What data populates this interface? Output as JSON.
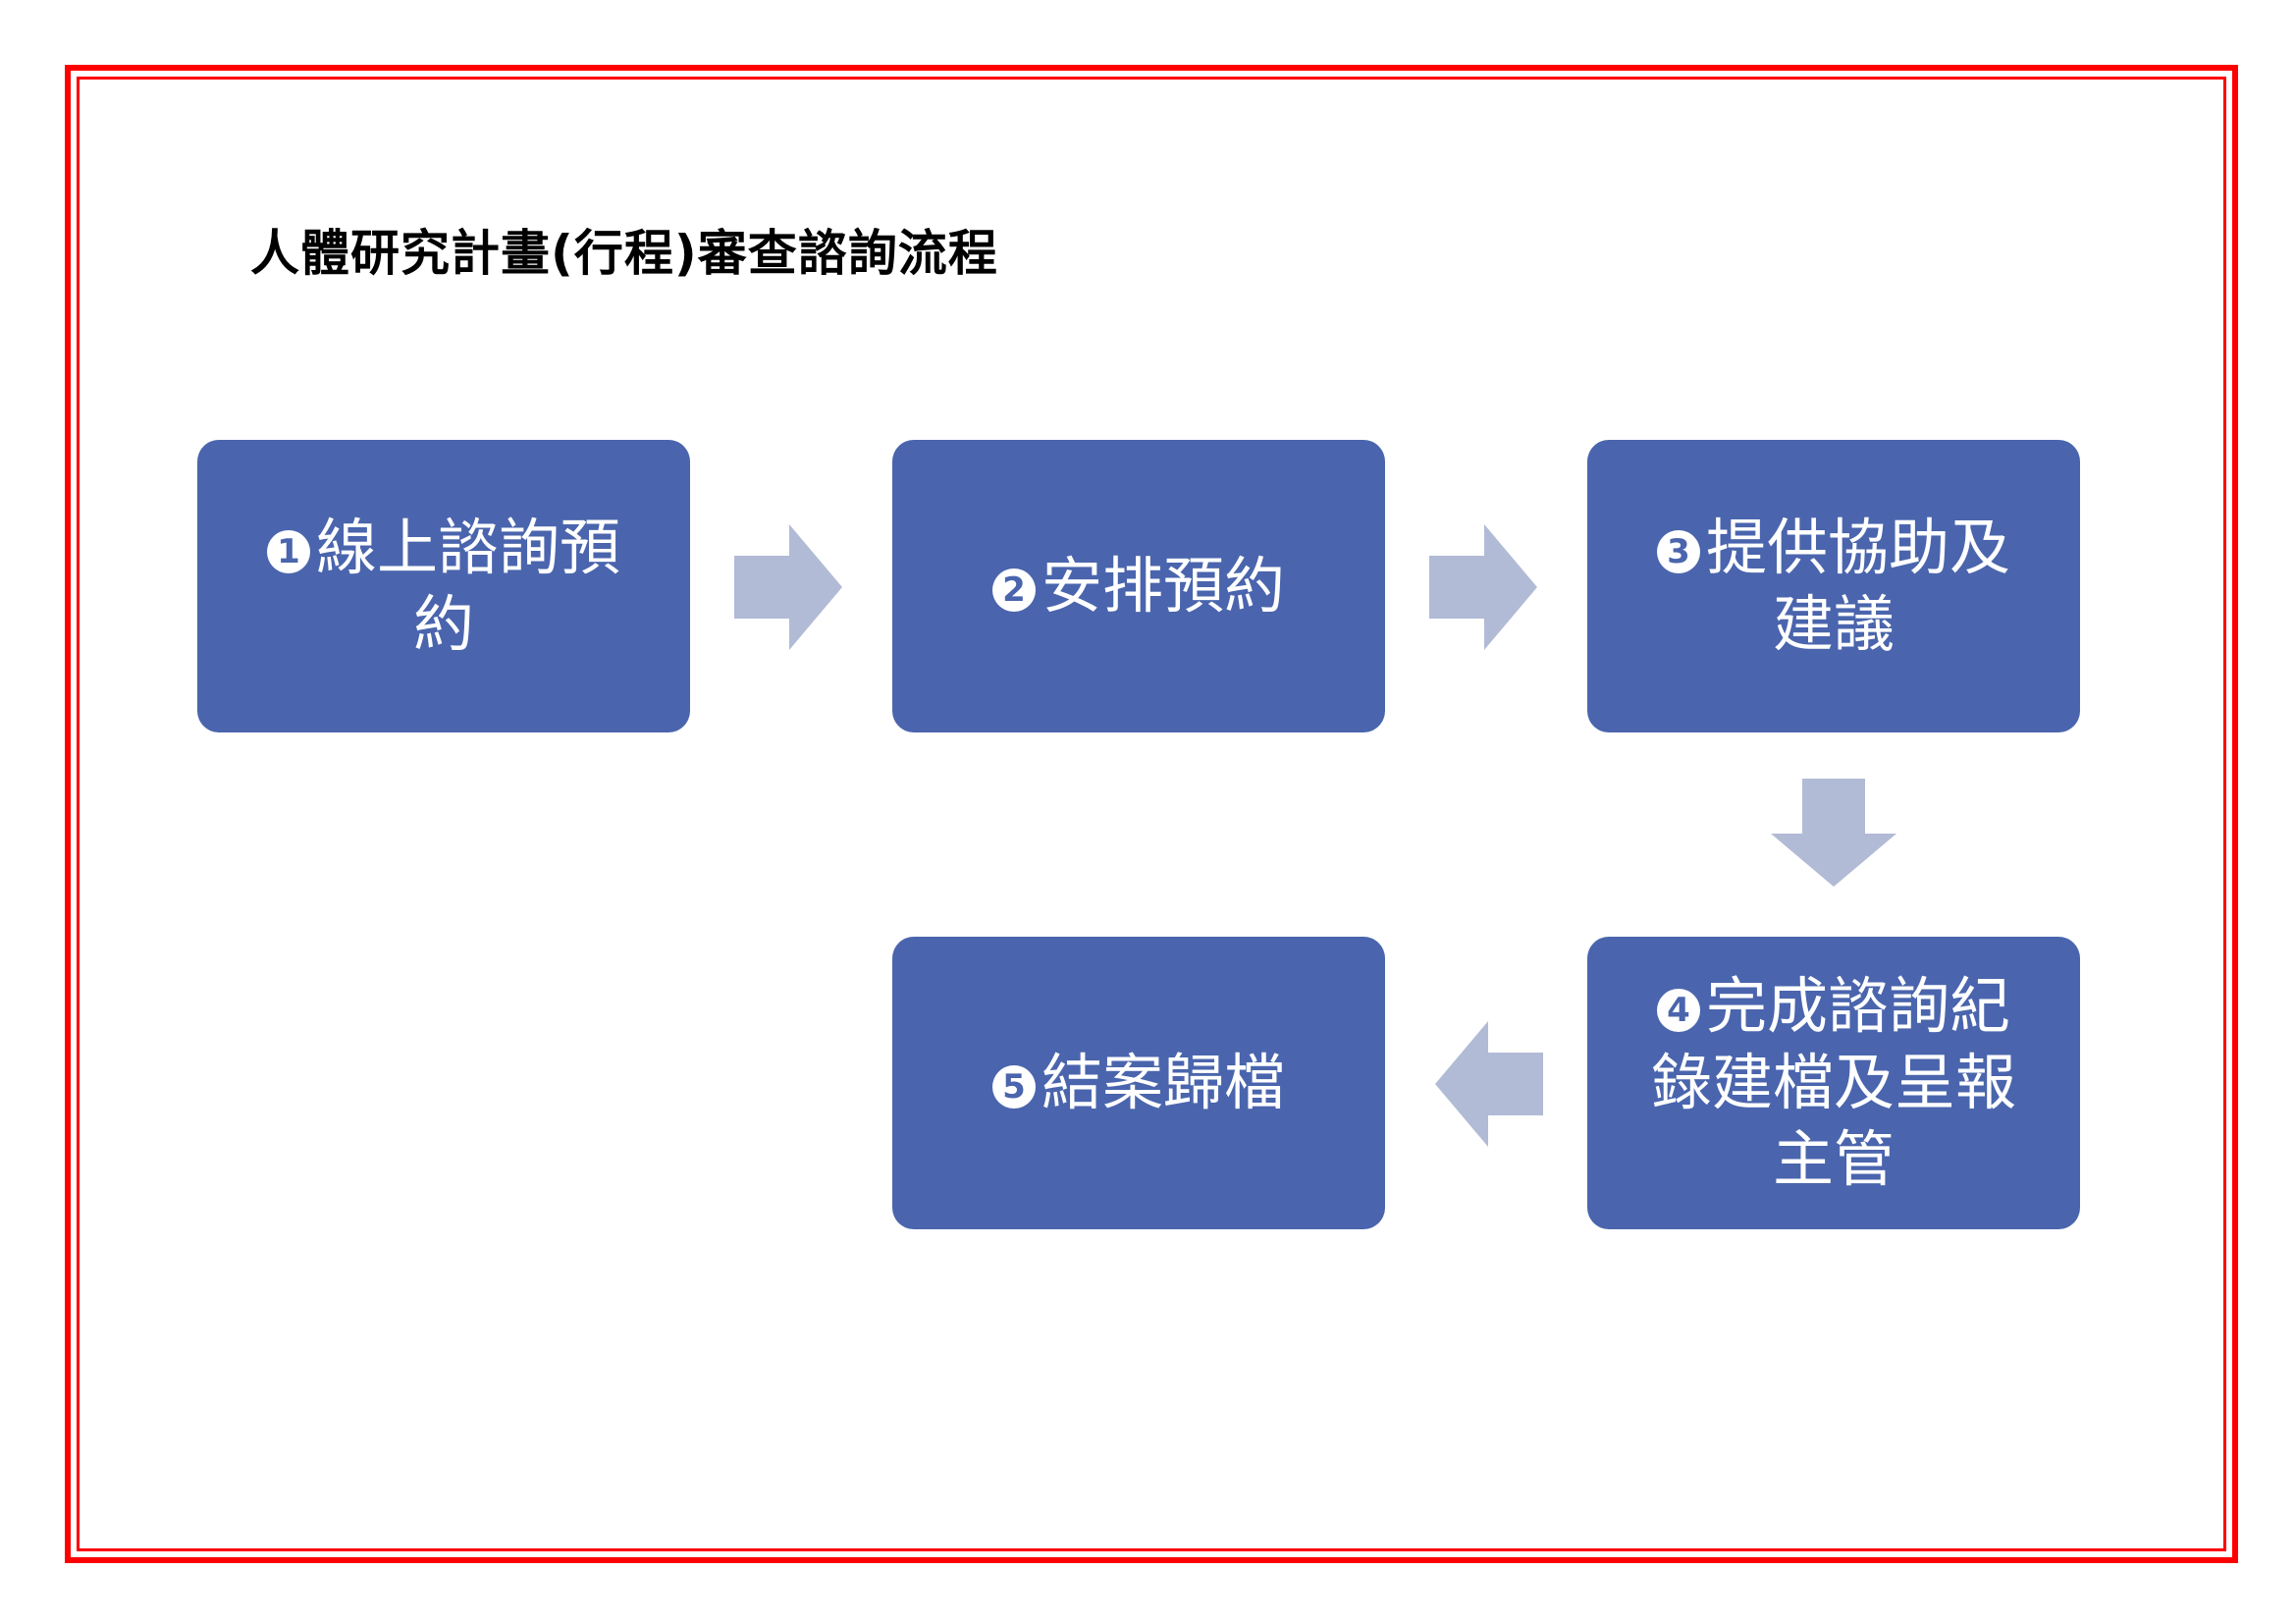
{
  "title": "人體研究計畫(行程)審查諮詢流程",
  "colors": {
    "box": "#4a65ad",
    "arrow": "#b1bbd6",
    "frame": "#ff0000"
  },
  "steps": [
    {
      "num": "1",
      "label": "線上諮詢預約"
    },
    {
      "num": "2",
      "label": "安排預約"
    },
    {
      "num": "3",
      "label": "提供協助及建議"
    },
    {
      "num": "4",
      "label": "完成諮詢紀錄建檔及呈報主管"
    },
    {
      "num": "5",
      "label": "結案歸檔"
    }
  ],
  "arrows": [
    "right",
    "right",
    "down",
    "left"
  ]
}
